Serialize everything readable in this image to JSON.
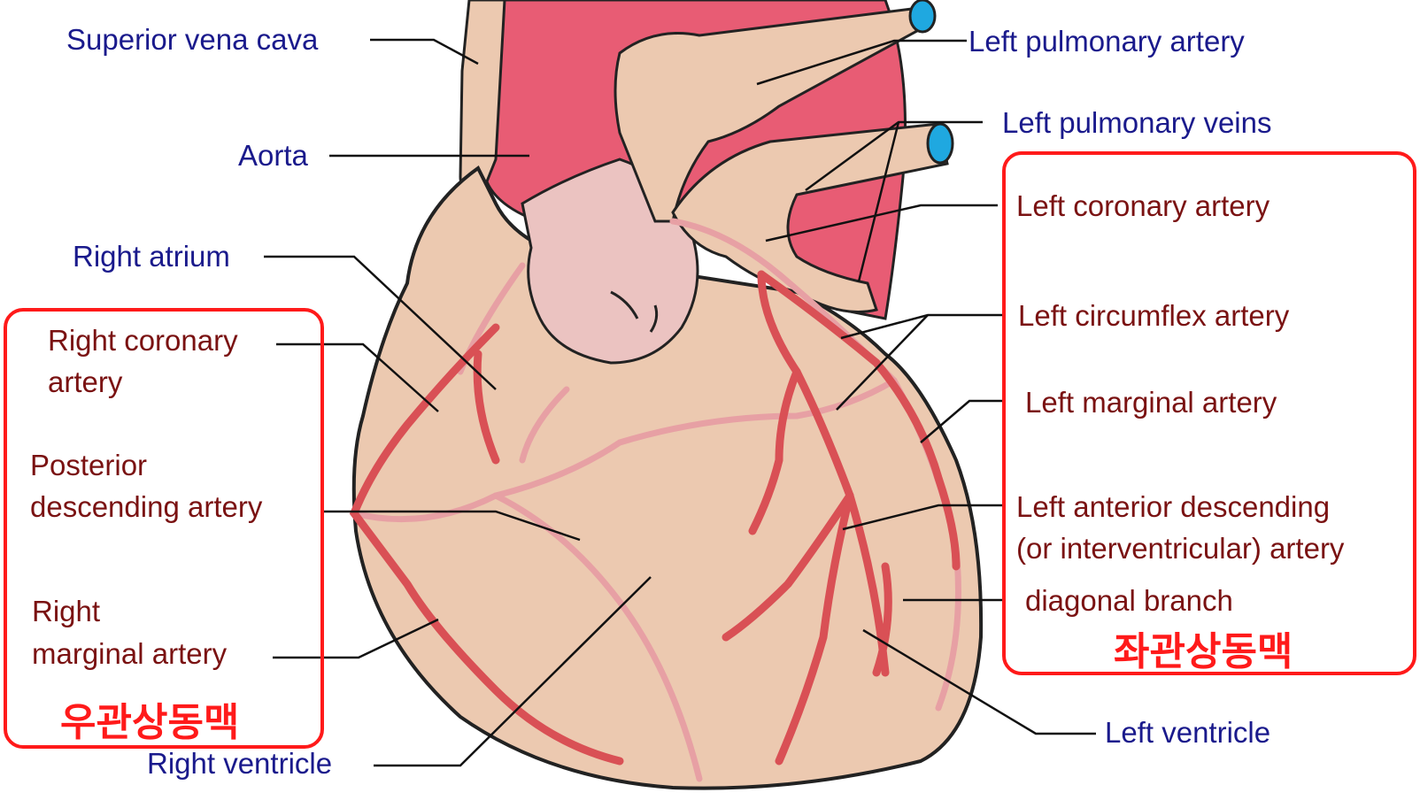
{
  "labels": {
    "superior_vena_cava": "Superior vena cava",
    "aorta": "Aorta",
    "right_atrium": "Right atrium",
    "right_coronary_1": "Right coronary",
    "right_coronary_2": "artery",
    "posterior_desc_1": "Posterior",
    "posterior_desc_2": "descending artery",
    "right_marginal_1": "Right",
    "right_marginal_2": "marginal artery",
    "right_ventricle": "Right ventricle",
    "left_pulmonary_artery": "Left pulmonary artery",
    "left_pulmonary_veins": "Left pulmonary veins",
    "left_coronary": "Left coronary artery",
    "left_circumflex": "Left circumflex artery",
    "left_marginal": "Left marginal artery",
    "lad_1": "Left anterior descending",
    "lad_2": "(or interventricular) artery",
    "diagonal_branch": "diagonal branch",
    "left_ventricle": "Left ventricle"
  },
  "groups": {
    "right_coronary_korean": "우관상동맥",
    "left_coronary_korean": "좌관상동맥"
  },
  "colors": {
    "aorta": "#e85c74",
    "heart_tissue": "#ecc9b0",
    "atrium_highlight": "#ebc3c1",
    "artery": "#d95055",
    "faint_artery": "#e7a0a4",
    "vein_opening": "#1fa8e0",
    "label_blue": "#1a1a8c",
    "label_maroon": "#7a1212",
    "group_box": "#ff1a1a"
  }
}
